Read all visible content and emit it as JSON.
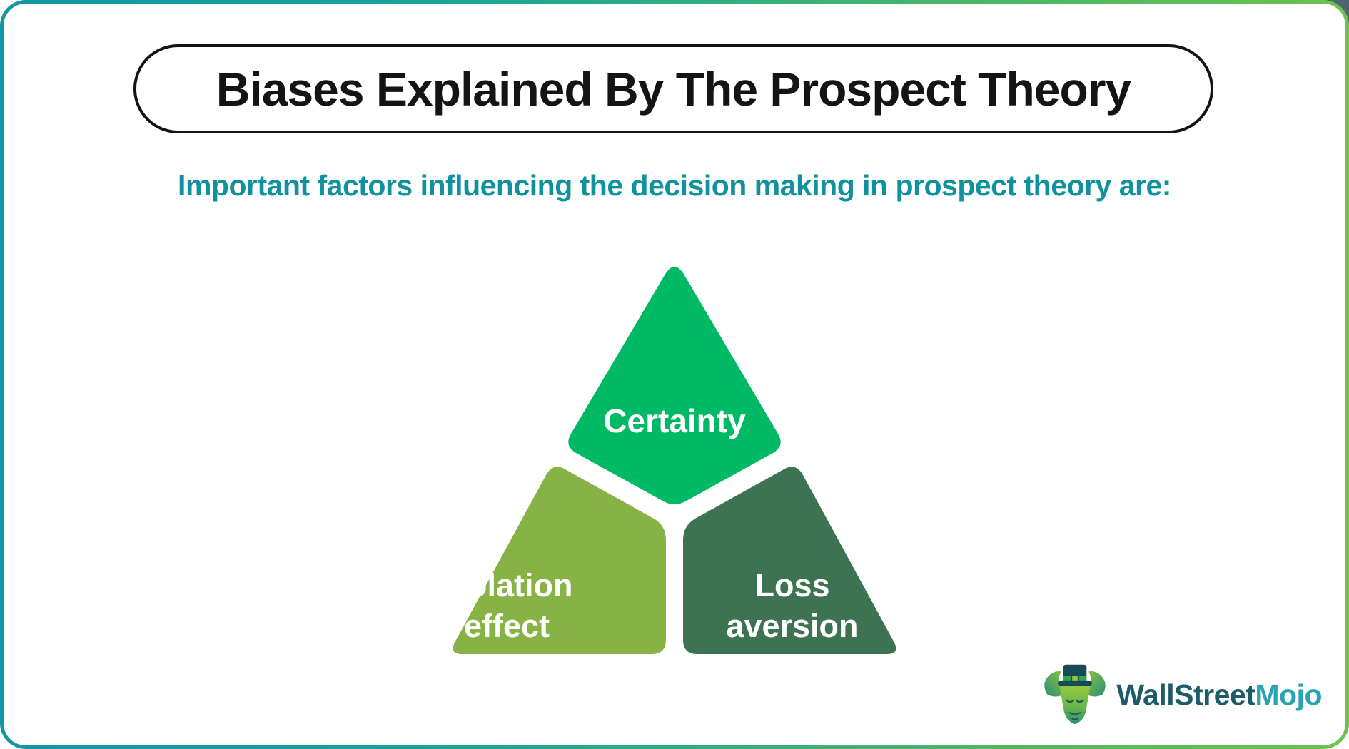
{
  "header": {
    "title": "Biases Explained By The Prospect Theory",
    "subtitle": "Important factors influencing the decision making in prospect theory are:"
  },
  "triangle": {
    "top": {
      "label": "Certainty",
      "color": "#00b964"
    },
    "bottom_left": {
      "line1": "Isolation",
      "line2": "effect",
      "color": "#87b245"
    },
    "bottom_right": {
      "line1": "Loss",
      "line2": "aversion",
      "color": "#3d7350"
    }
  },
  "branding": {
    "icon": "bull-with-top-hat-logo",
    "name_part1": "WallStreet",
    "name_part2": "Mojo"
  },
  "colors": {
    "frame_gradient_left": "#1495a3",
    "frame_gradient_right": "#6cc24d",
    "title_text": "#141414",
    "subtitle_text": "#0f929d",
    "label_text": "#ffffff",
    "brand_text_dark": "#1d5b68",
    "brand_text_light": "#29a3b2"
  }
}
